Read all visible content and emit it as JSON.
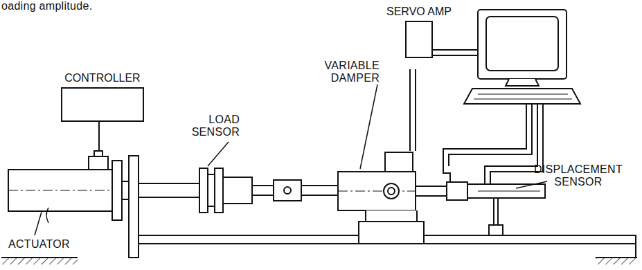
{
  "diagram": {
    "nodes": [
      {
        "text": [
          "CONTROLLER"
        ]
      },
      {
        "text": [
          "SERVO AMP"
        ]
      }
    ],
    "labels": [
      "oading amplitude.",
      "VARIABLE DAMPER",
      "LOAD SENSOR",
      "DISPLACEMENT SENSOR",
      "ACTUATOR"
    ]
  }
}
